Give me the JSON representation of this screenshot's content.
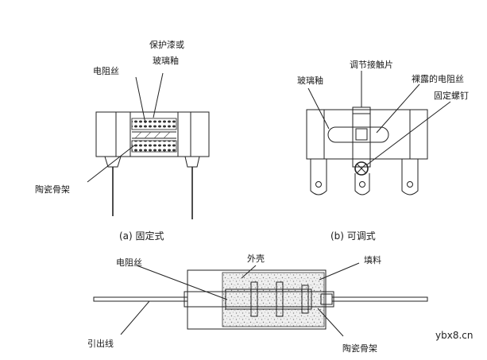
{
  "diagram_a": {
    "labels": {
      "coating_line1": "保护漆或",
      "coating_line2": "玻璃釉",
      "wire": "电阻丝",
      "frame": "陶瓷骨架"
    },
    "caption": "(a) 固定式"
  },
  "diagram_b": {
    "labels": {
      "glaze": "玻璃釉",
      "slider": "调节接触片",
      "exposed_wire": "裸露的电阻丝",
      "screw": "固定螺钉"
    },
    "caption": "(b) 可调式"
  },
  "diagram_c": {
    "labels": {
      "wire": "电阻丝",
      "shell": "外壳",
      "filler": "填料",
      "lead": "引出线",
      "frame": "陶瓷骨架"
    }
  },
  "watermark": "ybx8.cn"
}
